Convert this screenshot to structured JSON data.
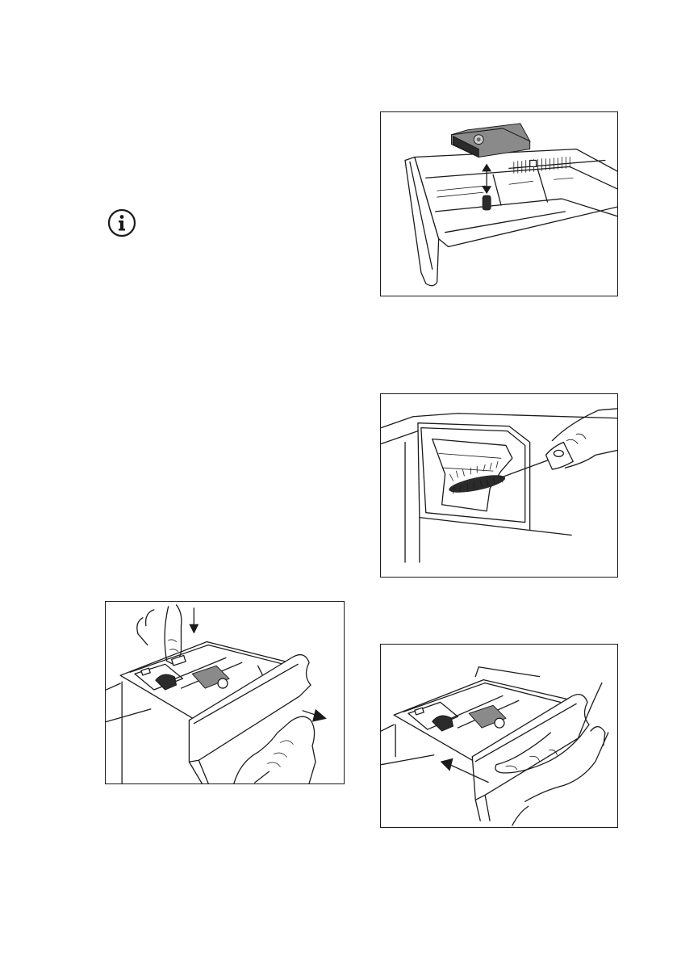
{
  "figures": [
    {
      "id": "fig1",
      "icon": "dispenser-siphon-cap-removal"
    },
    {
      "id": "fig2",
      "icon": "dispenser-recess-brush-cleaning"
    },
    {
      "id": "fig3",
      "icon": "dispenser-release-and-pull-out"
    },
    {
      "id": "fig4",
      "icon": "dispenser-push-back-in"
    }
  ],
  "info_icon": {
    "icon": "info-icon"
  },
  "colors": {
    "line": "#1a1a1a",
    "background": "#ffffff",
    "grey": "#8a8a8a"
  }
}
